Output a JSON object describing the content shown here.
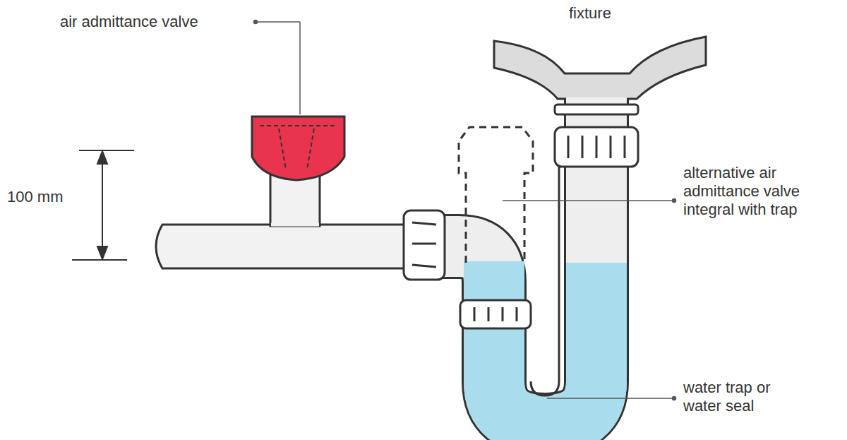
{
  "diagram": {
    "labels": [
      "air admittance valve",
      "fixture",
      "100 mm",
      "alternative air admittance valve integral with trap",
      "water trap or water seal"
    ]
  }
}
